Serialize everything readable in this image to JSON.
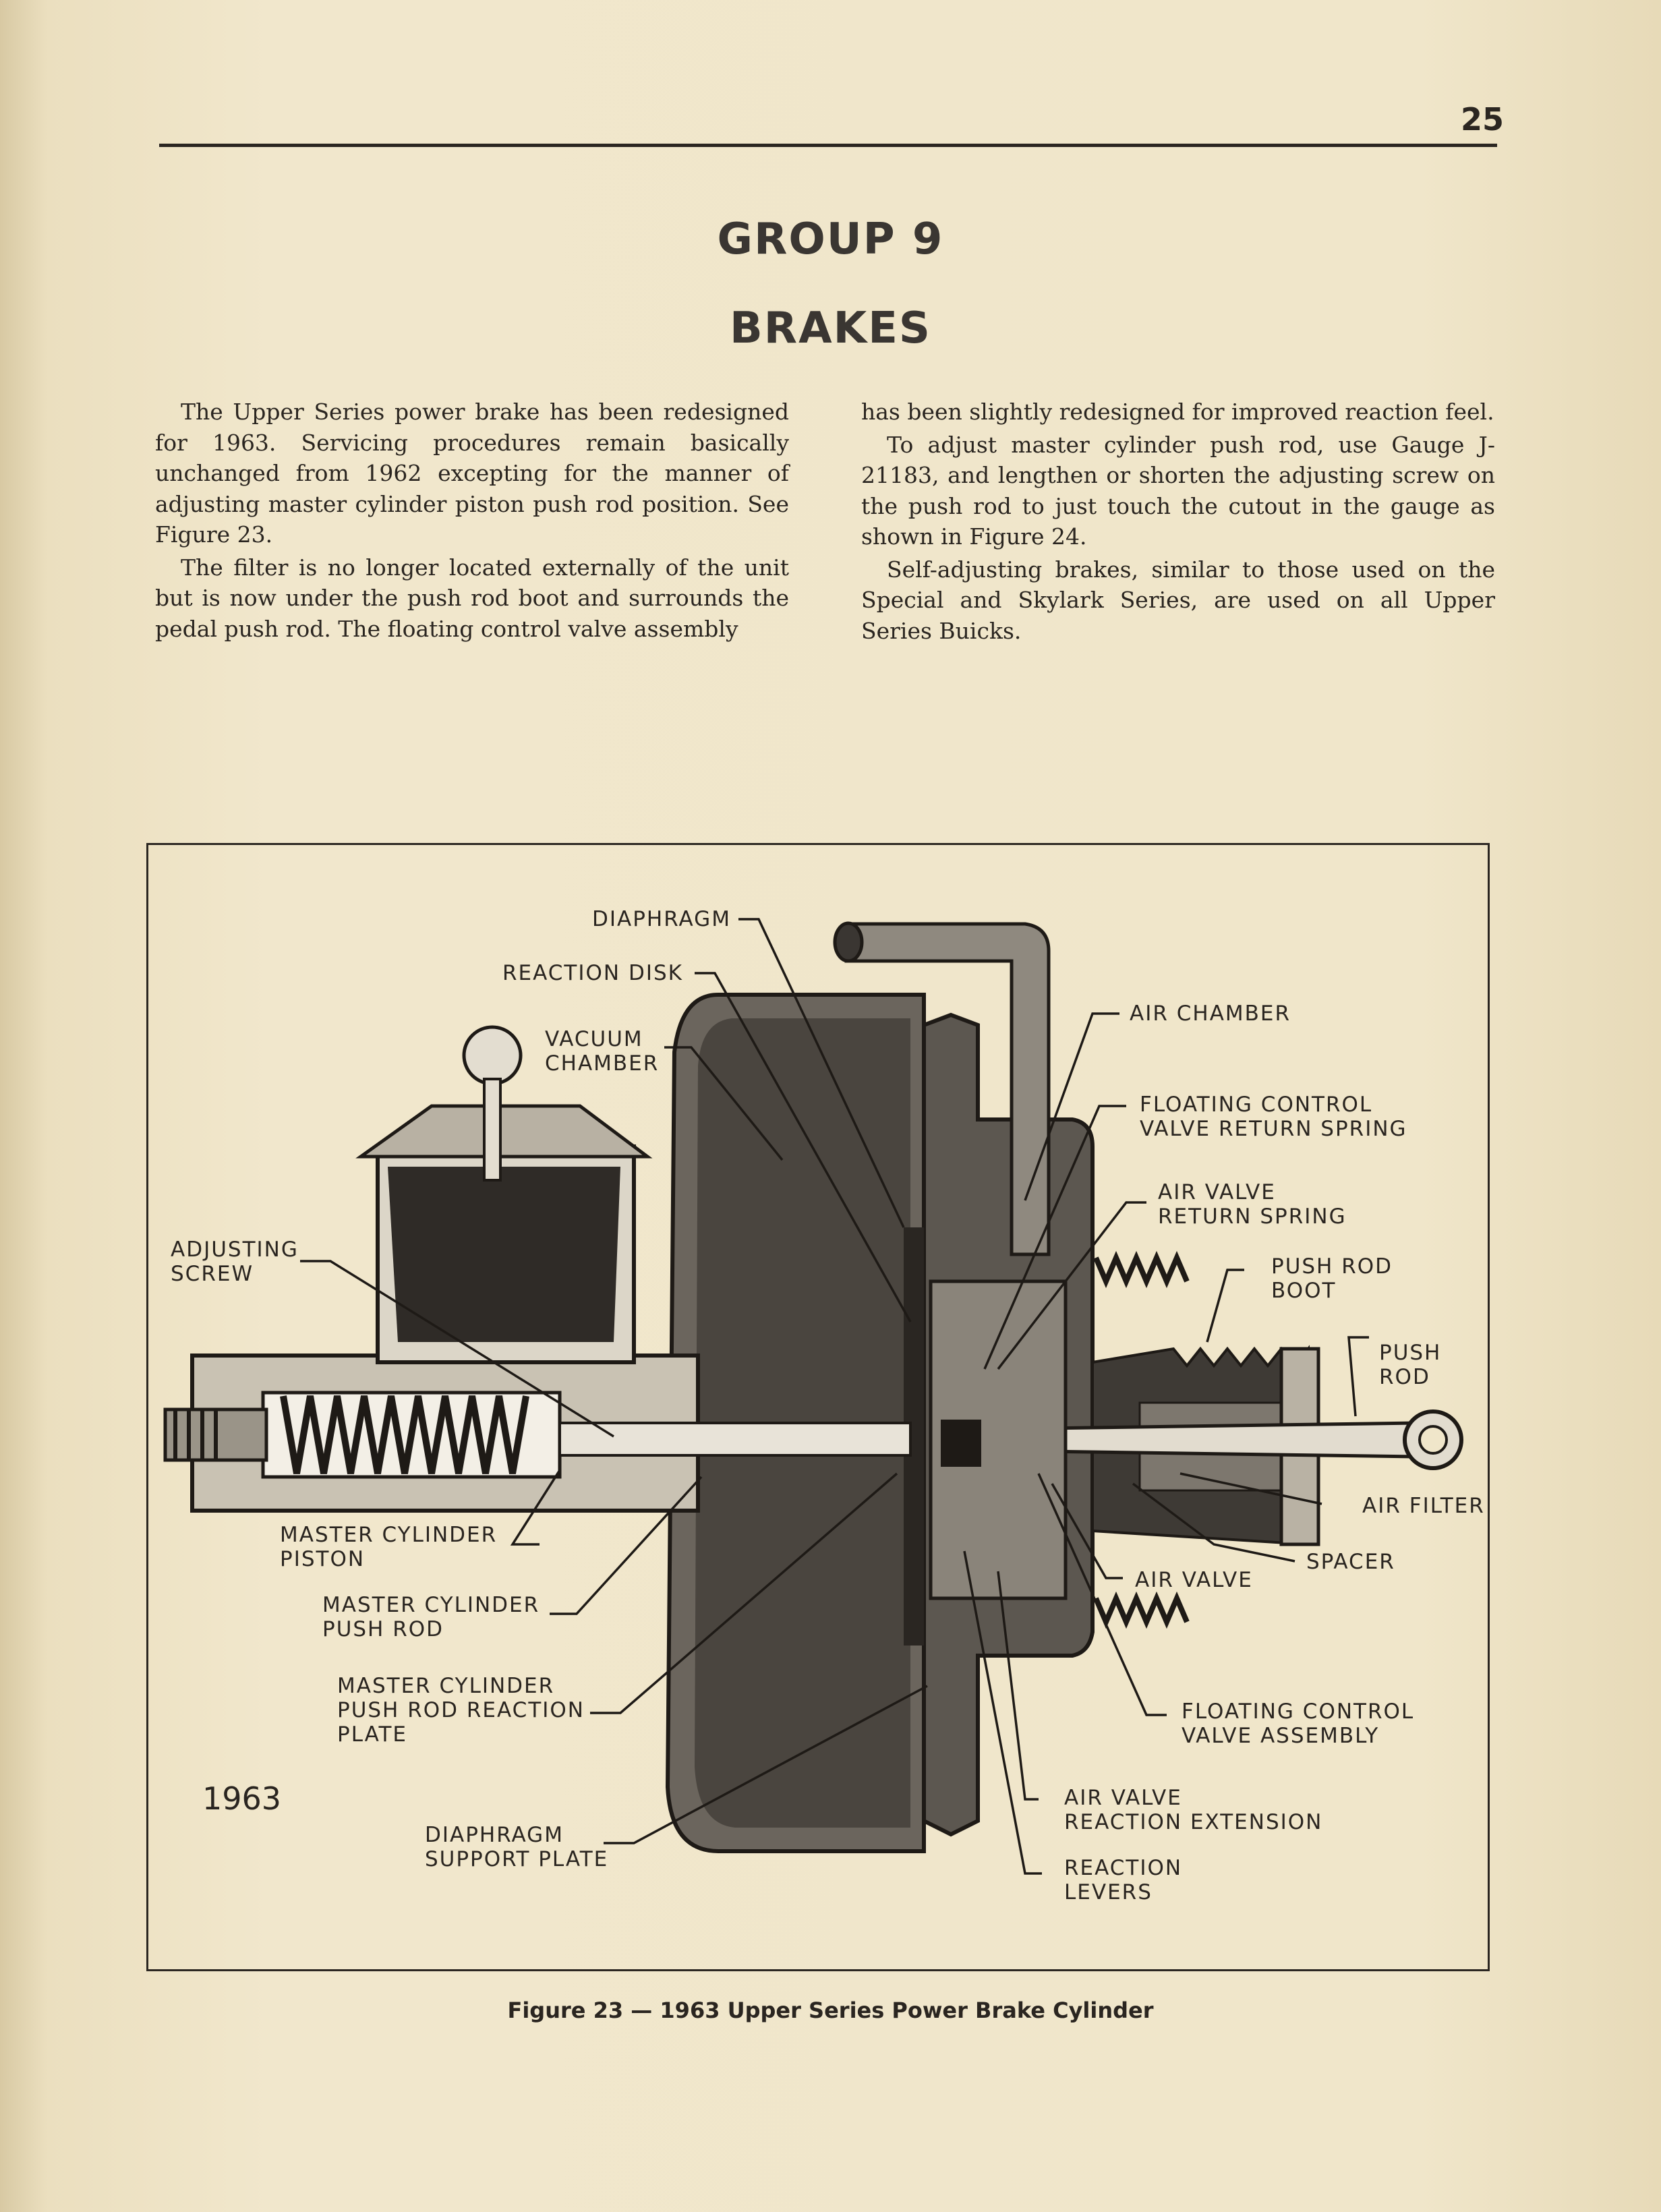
{
  "header": {
    "page_number": "25"
  },
  "titles": {
    "group": "GROUP 9",
    "section": "BRAKES"
  },
  "body": {
    "left": [
      "The Upper Series power brake has been redesigned for 1963. Servicing procedures remain basically unchanged from 1962 excepting for the manner of adjusting master cylinder piston push rod position. See Figure 23.",
      "The filter is no longer located externally of the unit but is now under the push rod boot and surrounds the pedal push rod. The floating control valve assembly"
    ],
    "right": [
      "has been slightly redesigned for improved reaction feel.",
      "To adjust master cylinder push rod, use Gauge J-21183, and lengthen or shorten the adjusting screw on the push rod to just touch the cutout in the gauge as shown in Figure 24.",
      "Self-adjusting brakes, similar to those used on the Special and Skylark Series, are used on all Upper Series Buicks."
    ]
  },
  "figure": {
    "year": "1963",
    "caption": "Figure 23 — 1963 Upper Series Power Brake Cylinder",
    "labels": {
      "diaphragm": "DIAPHRAGM",
      "reaction_disk": "REACTION DISK",
      "vacuum_chamber": "VACUUM\nCHAMBER",
      "air_chamber": "AIR CHAMBER",
      "floating_control_valve_return_spring": "FLOATING CONTROL\nVALVE RETURN SPRING",
      "air_valve_return_spring": "AIR VALVE\nRETURN SPRING",
      "push_rod_boot": "PUSH ROD\nBOOT",
      "push_rod": "PUSH\nROD",
      "air_filter": "AIR FILTER",
      "spacer": "SPACER",
      "air_valve": "AIR VALVE",
      "floating_control_valve_assembly": "FLOATING CONTROL\nVALVE ASSEMBLY",
      "air_valve_reaction_extension": "AIR VALVE\nREACTION EXTENSION",
      "reaction_levers": "REACTION\nLEVERS",
      "adjusting_screw": "ADJUSTING\nSCREW",
      "master_cylinder_piston": "MASTER CYLINDER\nPISTON",
      "master_cylinder_push_rod": "MASTER CYLINDER\nPUSH ROD",
      "master_cylinder_push_rod_reaction_plate": "MASTER CYLINDER\nPUSH ROD REACTION\nPLATE",
      "diaphragm_support_plate": "DIAPHRAGM\nSUPPORT PLATE"
    }
  }
}
